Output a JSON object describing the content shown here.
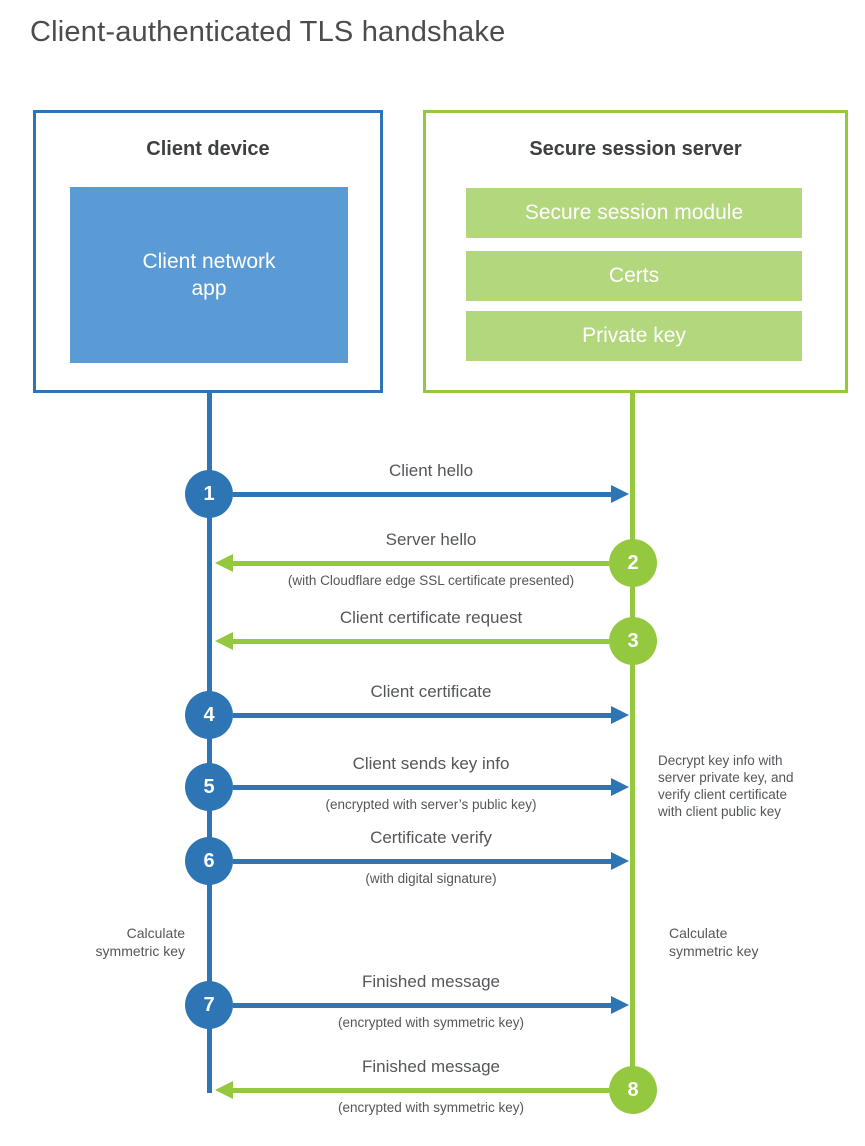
{
  "title": "Client-authenticated TLS handshake",
  "colors": {
    "blue": "#2E75B5",
    "blue_fill": "#5B9BD5",
    "green": "#94C83F",
    "green_fill": "#B2D77C",
    "heading": "#3E3F41",
    "text_gray": "#54565B",
    "title_gray": "#4B4C4E"
  },
  "client_box": {
    "title": "Client device",
    "module": "Client network\napp"
  },
  "server_box": {
    "title": "Secure session server",
    "modules": [
      "Secure session module",
      "Certs",
      "Private key"
    ]
  },
  "steps": [
    {
      "num": "1",
      "actor": "client",
      "direction": "right",
      "label": "Client hello",
      "sublabel": ""
    },
    {
      "num": "2",
      "actor": "server",
      "direction": "left",
      "label": "Server hello",
      "sublabel": "(with Cloudflare edge SSL certificate presented)"
    },
    {
      "num": "3",
      "actor": "server",
      "direction": "left",
      "label": "Client certificate request",
      "sublabel": ""
    },
    {
      "num": "4",
      "actor": "client",
      "direction": "right",
      "label": "Client certificate",
      "sublabel": ""
    },
    {
      "num": "5",
      "actor": "client",
      "direction": "right",
      "label": "Client sends key info",
      "sublabel": "(encrypted with server’s public key)"
    },
    {
      "num": "6",
      "actor": "client",
      "direction": "right",
      "label": "Certificate verify",
      "sublabel": "(with digital signature)"
    },
    {
      "num": "7",
      "actor": "client",
      "direction": "right",
      "label": "Finished message",
      "sublabel": "(encrypted with symmetric key)"
    },
    {
      "num": "8",
      "actor": "server",
      "direction": "left",
      "label": "Finished message",
      "sublabel": "(encrypted with symmetric key)"
    }
  ],
  "annotations": {
    "client_note": "Calculate\nsymmetric key",
    "server_note": "Calculate\nsymmetric key",
    "decrypt_note": "Decrypt key info with\nserver private key, and\nverify client certificate\nwith client public key"
  }
}
